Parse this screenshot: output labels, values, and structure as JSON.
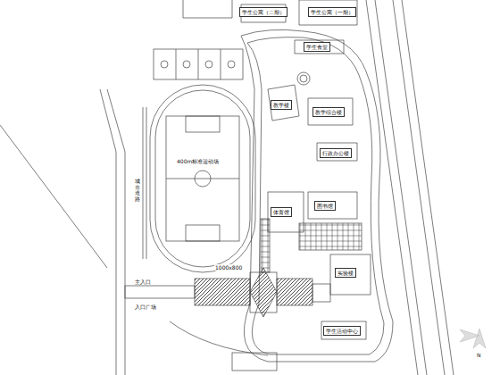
{
  "diagram": {
    "nodes": [
      {
        "text": [
          "学生公寓（二期）"
        ]
      },
      {
        "text": [
          "学生公寓（一期）"
        ]
      },
      {
        "text": [
          "学生食堂"
        ]
      },
      {
        "text": [
          "教学楼"
        ]
      },
      {
        "text": [
          "教学综合楼"
        ]
      },
      {
        "text": [
          "行政办公楼"
        ]
      },
      {
        "text": [
          "400m标准运动场"
        ]
      },
      {
        "text": [
          "体育馆"
        ]
      },
      {
        "text": [
          "图书馆"
        ]
      },
      {
        "text": [
          "实验楼"
        ]
      },
      {
        "text": [
          "学生活动中心"
        ]
      }
    ],
    "labels": [
      "城市道路",
      "主入口",
      "1000x800",
      "入口广场",
      "N"
    ]
  }
}
